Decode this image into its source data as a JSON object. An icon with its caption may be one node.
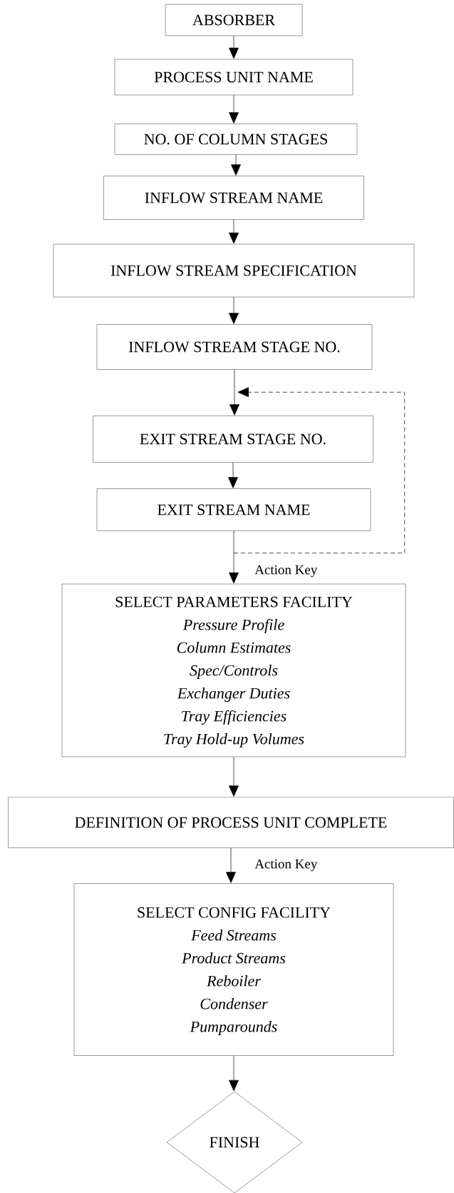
{
  "diagram": {
    "nodes": [
      {
        "text": [
          "ABSORBER"
        ]
      },
      {
        "text": [
          "PROCESS UNIT NAME"
        ]
      },
      {
        "text": [
          "NO. OF COLUMN STAGES"
        ]
      },
      {
        "text": [
          "INFLOW STREAM NAME"
        ]
      },
      {
        "text": [
          "INFLOW STREAM SPECIFICATION"
        ]
      },
      {
        "text": [
          "INFLOW STREAM STAGE NO."
        ]
      },
      {
        "text": [
          "EXIT STREAM STAGE NO."
        ]
      },
      {
        "text": [
          "EXIT STREAM NAME"
        ]
      },
      {
        "text": [
          "SELECT PARAMETERS FACILITY",
          "Pressure Profile",
          "Column Estimates",
          "Spec/Controls",
          "Exchanger Duties",
          "Tray Efficiencies",
          "Tray Hold-up Volumes"
        ]
      },
      {
        "text": [
          "DEFINITION OF PROCESS UNIT COMPLETE"
        ]
      },
      {
        "text": [
          "SELECT CONFIG FACILITY",
          "Feed Streams",
          "Product Streams",
          "Reboiler",
          "Condenser",
          "Pumparounds"
        ]
      },
      {
        "text": [
          "FINISH"
        ]
      }
    ],
    "edges": [
      {
        "from": 0,
        "to": 1,
        "arrow": "to"
      },
      {
        "from": 1,
        "to": 2,
        "arrow": "to"
      },
      {
        "from": 2,
        "to": 3,
        "arrow": "to"
      },
      {
        "from": 3,
        "to": 4,
        "arrow": "to"
      },
      {
        "from": 4,
        "to": 5,
        "arrow": "to"
      },
      {
        "from": 5,
        "to": 6,
        "arrow": "to"
      },
      {
        "from": 6,
        "to": 7,
        "arrow": "to"
      },
      {
        "from": 7,
        "to": 6,
        "arrow": "to",
        "style": "dashed"
      },
      {
        "from": 7,
        "to": 8,
        "arrow": "to",
        "label": "Action Key"
      },
      {
        "from": 8,
        "to": 9,
        "arrow": "to"
      },
      {
        "from": 9,
        "to": 10,
        "arrow": "to",
        "label": "Action Key"
      },
      {
        "from": 10,
        "to": 11,
        "arrow": "to"
      }
    ]
  }
}
